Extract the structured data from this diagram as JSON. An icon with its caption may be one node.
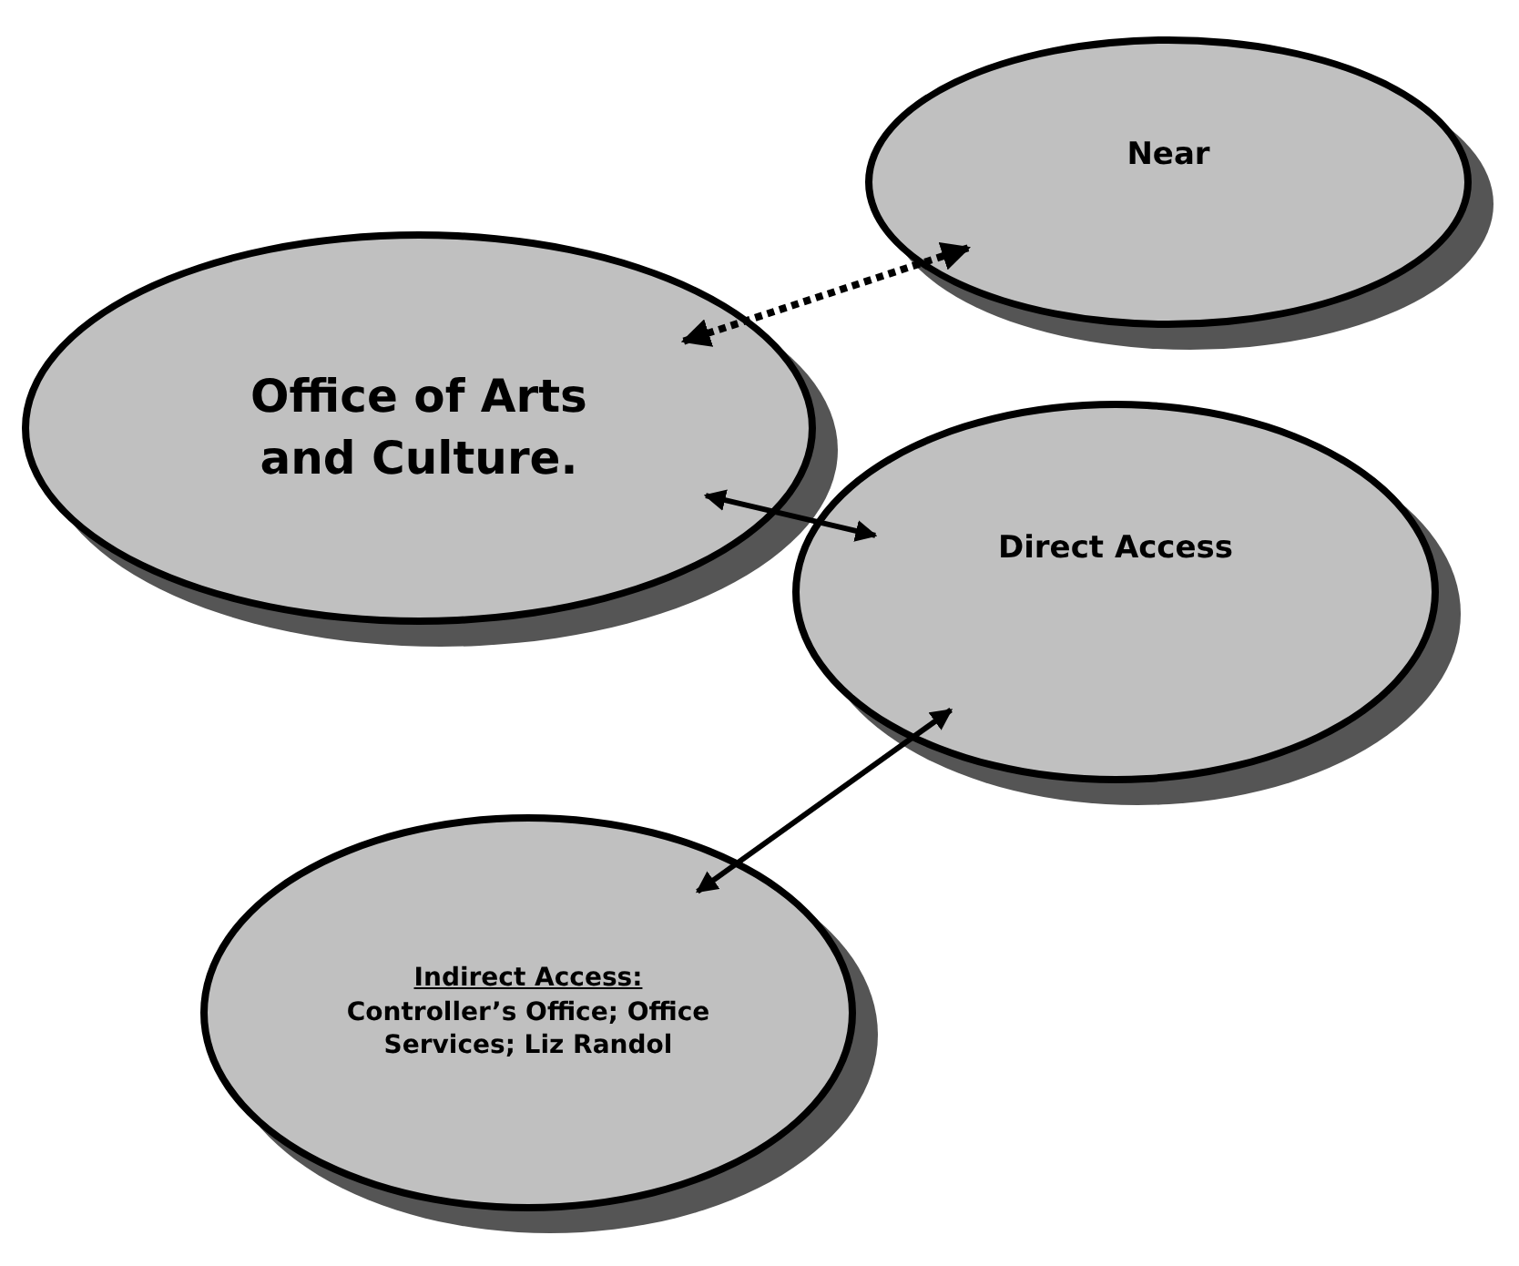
{
  "diagram": {
    "nodes": [
      {
        "text": [
          "Office of Arts and Culture."
        ]
      },
      {
        "text": [
          "Near"
        ]
      },
      {
        "text": [
          "Direct Access"
        ]
      },
      {
        "text": [
          "Indirect Access:",
          "Controller’s Office; Office Services; Liz Randol"
        ]
      }
    ],
    "edges": [
      {
        "from": 1,
        "to": 0,
        "arrow": "both",
        "style": "dashed"
      },
      {
        "from": 0,
        "to": 2,
        "arrow": "both"
      },
      {
        "from": 2,
        "to": 3,
        "arrow": "both"
      }
    ]
  }
}
